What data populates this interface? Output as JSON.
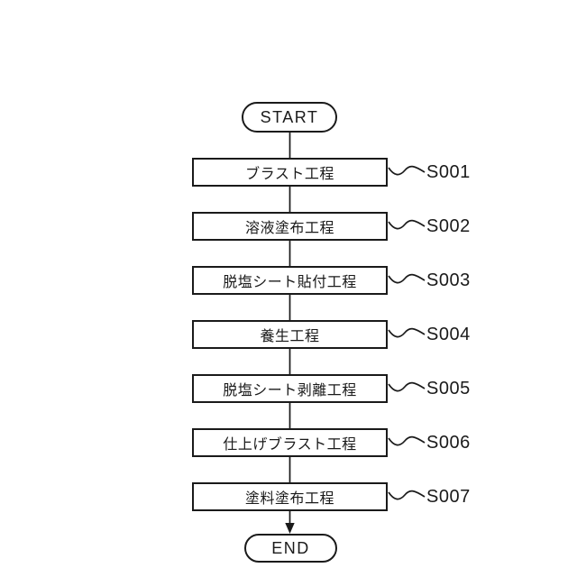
{
  "flowchart": {
    "start_label": "START",
    "end_label": "END",
    "steps": [
      {
        "id": "S001",
        "label": "ブラスト工程"
      },
      {
        "id": "S002",
        "label": "溶液塗布工程"
      },
      {
        "id": "S003",
        "label": "脱塩シート貼付工程"
      },
      {
        "id": "S004",
        "label": "養生工程"
      },
      {
        "id": "S005",
        "label": "脱塩シート剥離工程"
      },
      {
        "id": "S006",
        "label": "仕上げブラスト工程"
      },
      {
        "id": "S007",
        "label": "塗料塗布工程"
      }
    ],
    "colors": {
      "line": "#1a1a1a",
      "background": "#ffffff"
    },
    "icons": {
      "connector": "squiggle-tilde",
      "end_arrow": "filled-triangle-down"
    }
  }
}
